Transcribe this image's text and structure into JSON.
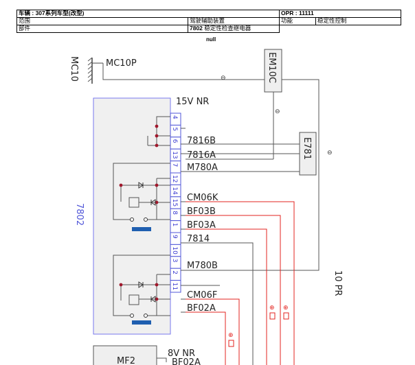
{
  "header": {
    "row1": {
      "vehicle_label": "车辆 : ",
      "vehicle_bold": "307",
      "vehicle_rest": "系列车型(改型)",
      "opr": "OPR : 11111"
    },
    "row2": {
      "scope_label": "范围",
      "scope_value": "驾驶辅助装置",
      "function_label": "功能",
      "function_value": "稳定性控制"
    },
    "row3": {
      "part_label": "部件",
      "part_code": "7802",
      "part_name": " 稳定性检查继电器"
    },
    "null_text": "null"
  },
  "diagram": {
    "mc": {
      "name": "MC10",
      "connector": "MC10P"
    },
    "em": {
      "name": "EM10C"
    },
    "e781": {
      "name": "E781"
    },
    "ground_symbol": "⊖",
    "power_symbol": "⊕",
    "relay_name": "7802",
    "upper_connector": "15V NR",
    "lower_connector": "8V NR",
    "side_connector": "10 PR",
    "mf": {
      "name": "MF2"
    },
    "pins": [
      "4",
      "5",
      "6",
      "13",
      "7",
      "12",
      "14",
      "15",
      "8",
      "1",
      "9",
      "10",
      "3",
      "2",
      "11"
    ],
    "wires": [
      "7816B",
      "7816A",
      "M780A",
      "CM06K",
      "BF03B",
      "BF03A",
      "7814",
      "M780B",
      "CM06F",
      "BF02A"
    ],
    "mf_wire": "BF02A",
    "colors": {
      "blue": "#4f55d8",
      "red": "#e3231f",
      "grey": "#555555",
      "fill": "#f0f0f0"
    }
  }
}
